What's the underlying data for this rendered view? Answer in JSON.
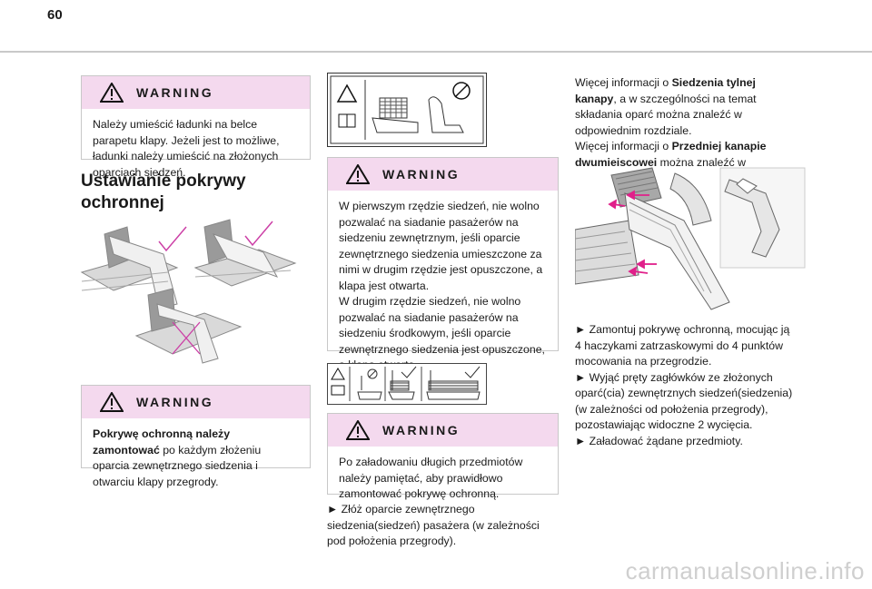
{
  "page": {
    "number": "60"
  },
  "warnings": {
    "w1": {
      "title": "WARNING",
      "text": "Należy umieścić ładunki na belce parapetu klapy. Jeżeli jest to możliwe, ładunki należy umieścić na złożonych oparciach siedzeń."
    },
    "w2": {
      "title": "WARNING",
      "bold": "Pokrywę ochronną należy zamontować",
      "text": " po każdym złożeniu oparcia zewnętrznego siedzenia i otwarciu klapy przegrody."
    },
    "w3": {
      "title": "WARNING",
      "text": "W pierwszym rzędzie siedzeń, nie wolno pozwalać na siadanie pasażerów na siedzeniu zewnętrznym, jeśli oparcie zewnętrznego siedzenia umieszczone za nimi w drugim rzędzie jest opuszczone, a klapa jest otwarta.\nW drugim rzędzie siedzeń, nie wolno pozwalać na siadanie pasażerów na siedzeniu środkowym, jeśli oparcie zewnętrznego siedzenia jest opuszczone, a klapa otwarta."
    },
    "w4": {
      "title": "WARNING",
      "text": "Po załadowaniu długich przedmiotów należy pamiętać, aby prawidłowo zamontować pokrywę ochronną."
    }
  },
  "section": {
    "heading": "Ustawianie pokrywy ochronnej"
  },
  "col2": {
    "step1": "► Złóż oparcie zewnętrznego siedzenia(siedzeń) pasażera (w zależności pod położenia przegrody)."
  },
  "col3": {
    "intro_a": "Więcej informacji o ",
    "intro_a_bold": "Siedzenia tylnej kanapy",
    "intro_b": ", a w szczególności na temat składania oparć można znaleźć w odpowiednim rozdziale.",
    "intro_c": "Więcej informacji o ",
    "intro_c_bold": "Przedniej kanapie dwumiejscowej",
    "intro_d": "  można znaleźć w odpowiednim rozdziale.",
    "steps": [
      "► Zamontuj pokrywę ochronną, mocując ją 4 haczykami zatrzaskowymi do 4 punktów mocowania na przegrodzie.",
      "► Wyjąć pręty zagłówków ze złożonych oparć(cia) zewnętrznych siedzeń(siedzenia) (w zależności od położenia przegrody), pozostawiając widoczne 2 wycięcia.",
      "► Załadować żądane przedmioty."
    ]
  },
  "footer": {
    "watermark": "carmanualsonline.info"
  },
  "colors": {
    "warning_header": "#f4d9ee",
    "check_mark": "#cc3fa6",
    "arrow": "#e0208a"
  }
}
